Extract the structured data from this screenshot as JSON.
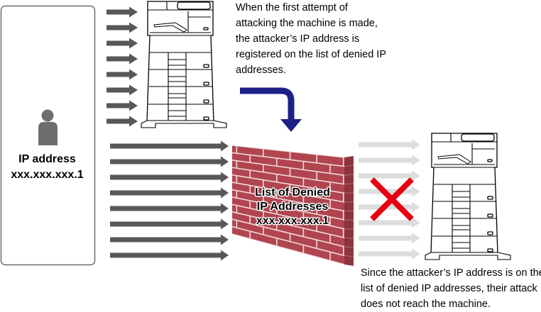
{
  "attacker": {
    "label": "IP address",
    "ip": "xxx.xxx.xxx.1",
    "icon": "person-icon"
  },
  "captions": {
    "top": "When the first attempt of attacking the machine is made, the attacker’s IP address is registered on the list of denied IP addresses.",
    "bottom": "Since the attacker’s IP address is on the list of denied IP addresses, their attack does not reach the machine."
  },
  "wall": {
    "line1": "List of Denied",
    "line2": "IP Addresses",
    "line3": "xxx.xxx.xxx.1"
  },
  "arrows": {
    "first_attempt_count": 8,
    "blocked_count": 8,
    "after_wall_count": 8
  },
  "colors": {
    "attack_arrow": "#595757",
    "faded_arrow": "#dcdddd",
    "wall_brick": "#b0454f",
    "wall_side": "#8c343d",
    "mortar": "#f2d9db",
    "flow_arrow": "#1d2087",
    "deny_mark": "#e60012",
    "person": "#6e6e6e"
  }
}
